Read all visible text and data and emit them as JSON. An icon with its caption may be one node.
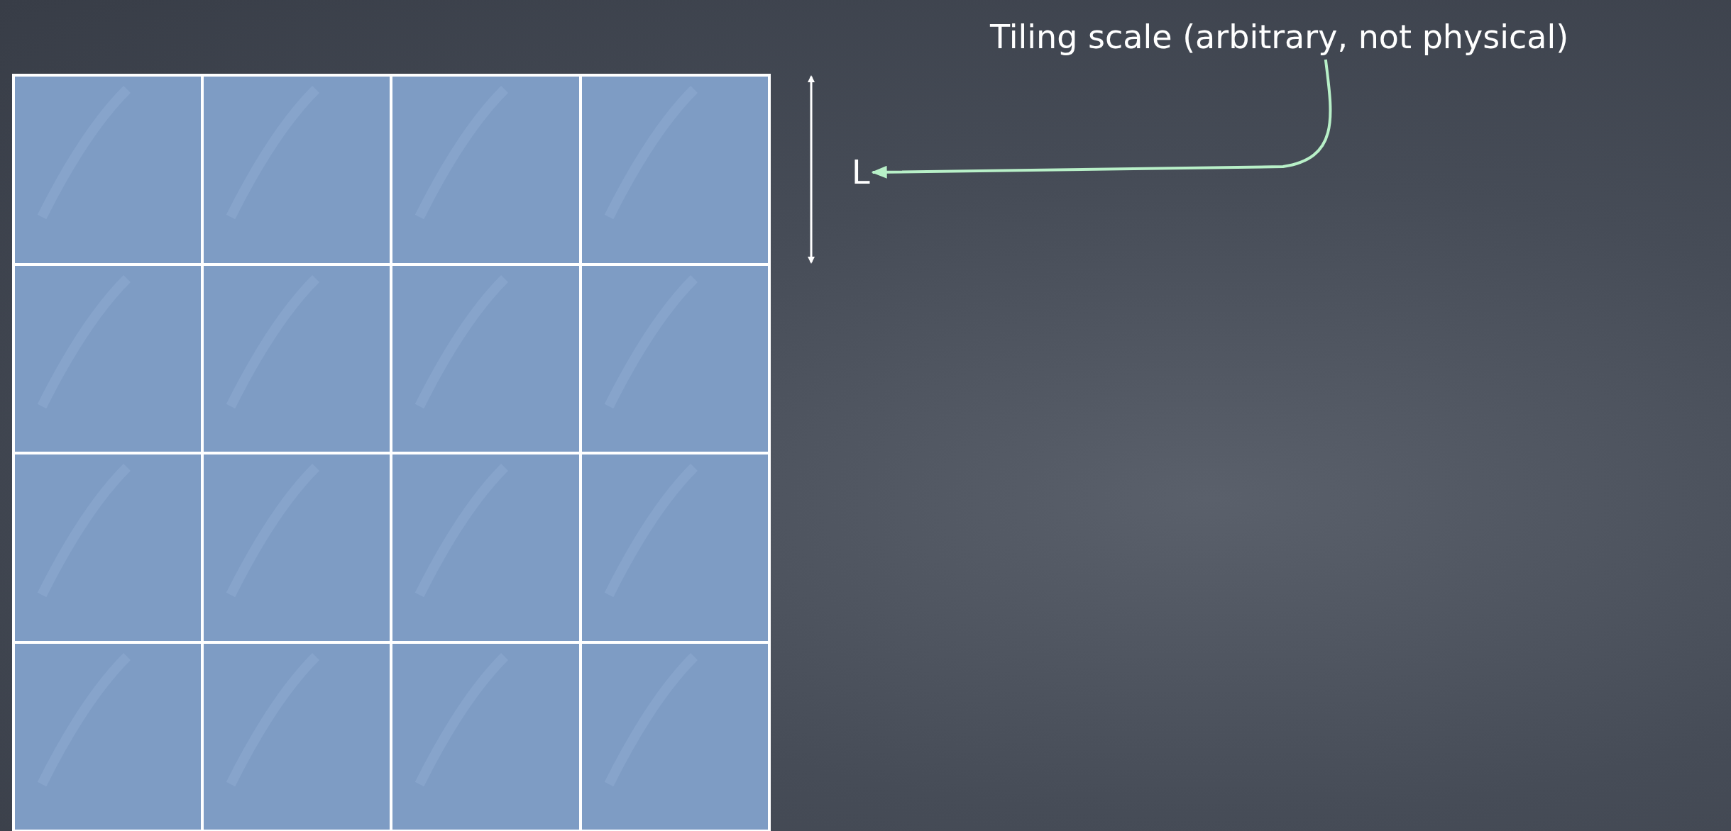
{
  "diagram": {
    "nodes": [
      {
        "text": [
          "Tiling scale (arbitrary, not physical)"
        ]
      },
      {
        "text": [
          "L"
        ]
      }
    ],
    "edges": [
      {
        "from": 0,
        "to": 1,
        "arrow": "to"
      }
    ]
  }
}
